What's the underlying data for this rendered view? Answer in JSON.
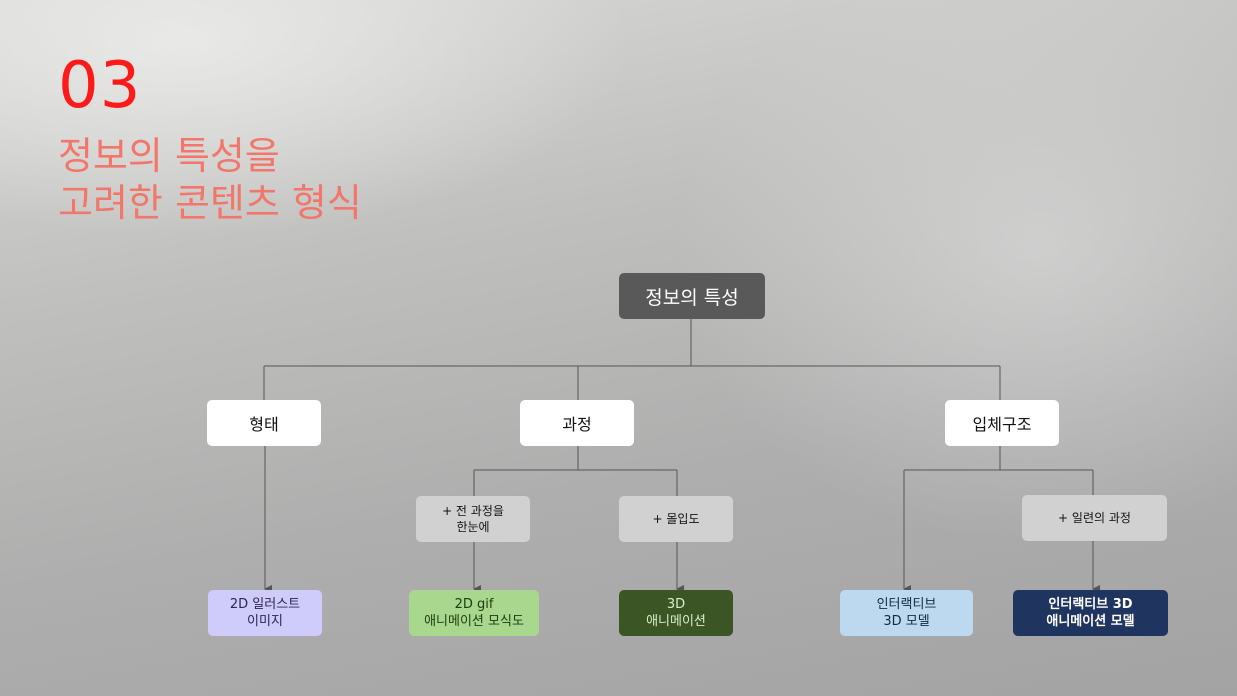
{
  "header": {
    "number": "03",
    "title_line1": "정보의 특성을",
    "title_line2": "고려한 콘텐츠 형식"
  },
  "diagram": {
    "root": "정보의 특성",
    "categories": [
      "형태",
      "과정",
      "입체구조"
    ],
    "criteria": {
      "whole_process": [
        "+ 전 과정을",
        "한눈에"
      ],
      "immersion": "+ 몰입도",
      "series_process": "+ 일련의 과정"
    },
    "formats": {
      "illustration": [
        "2D 일러스트",
        "이미지"
      ],
      "gif_schematic": [
        "2D gif",
        "애니메이션 모식도"
      ],
      "animation_3d": [
        "3D",
        "애니메이션"
      ],
      "interactive_model": [
        "인터랙티브",
        "3D 모델"
      ],
      "interactive_animation_model": [
        "인터랙티브 3D",
        "애니메이션 모델"
      ]
    }
  },
  "colors": {
    "number": "#ff1a1a",
    "title": "#f2766a",
    "root_box": "#595959",
    "illustration_box": "#cfcbfb",
    "gif_box": "#a8d78d",
    "animation_box": "#3b5524",
    "interactive_box": "#bdd9f0",
    "interactive_animation_box": "#1f355f"
  }
}
